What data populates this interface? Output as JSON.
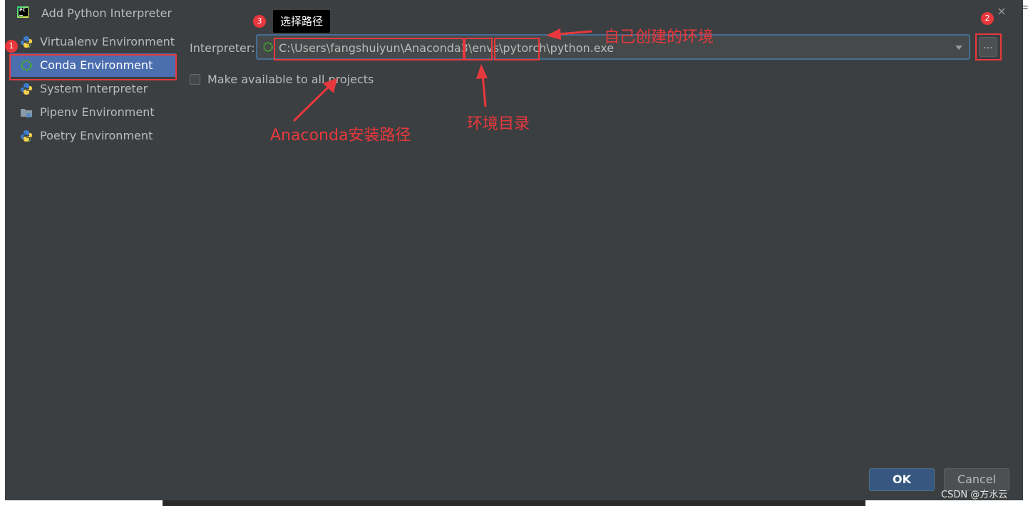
{
  "dialog": {
    "title": "Add Python Interpreter",
    "close_symbol": "×"
  },
  "sidebar": {
    "items": [
      {
        "label": "Virtualenv Environment",
        "icon": "python-virtualenv-icon"
      },
      {
        "label": "Conda Environment",
        "icon": "conda-icon",
        "selected": true
      },
      {
        "label": "System Interpreter",
        "icon": "python-icon"
      },
      {
        "label": "Pipenv Environment",
        "icon": "pipenv-folder-icon"
      },
      {
        "label": "Poetry Environment",
        "icon": "python-poetry-icon"
      }
    ]
  },
  "form": {
    "interpreter_label": "Interpreter:",
    "interpreter_path": "C:\\Users\\fangshuiyun\\Anaconda3\\envs\\pytorch\\python.exe",
    "browse_label": "...",
    "make_available_label": "Make available to all projects",
    "make_available_checked": false
  },
  "buttons": {
    "ok": "OK",
    "cancel": "Cancel"
  },
  "annotations": {
    "badge_1": "1",
    "badge_2": "2",
    "badge_3": "3",
    "tooltip_text": "选择路径",
    "label_own_env": "自己创建的环境",
    "label_install_path": "Anaconda安装路径",
    "label_env_dir": "环境目录",
    "color": "#e8383d"
  },
  "watermark": "CSDN @方水云",
  "colors": {
    "dialog_bg": "#3c3f41",
    "selection": "#4b6eaf",
    "ok_button": "#365880",
    "annotation": "#e8383d"
  }
}
